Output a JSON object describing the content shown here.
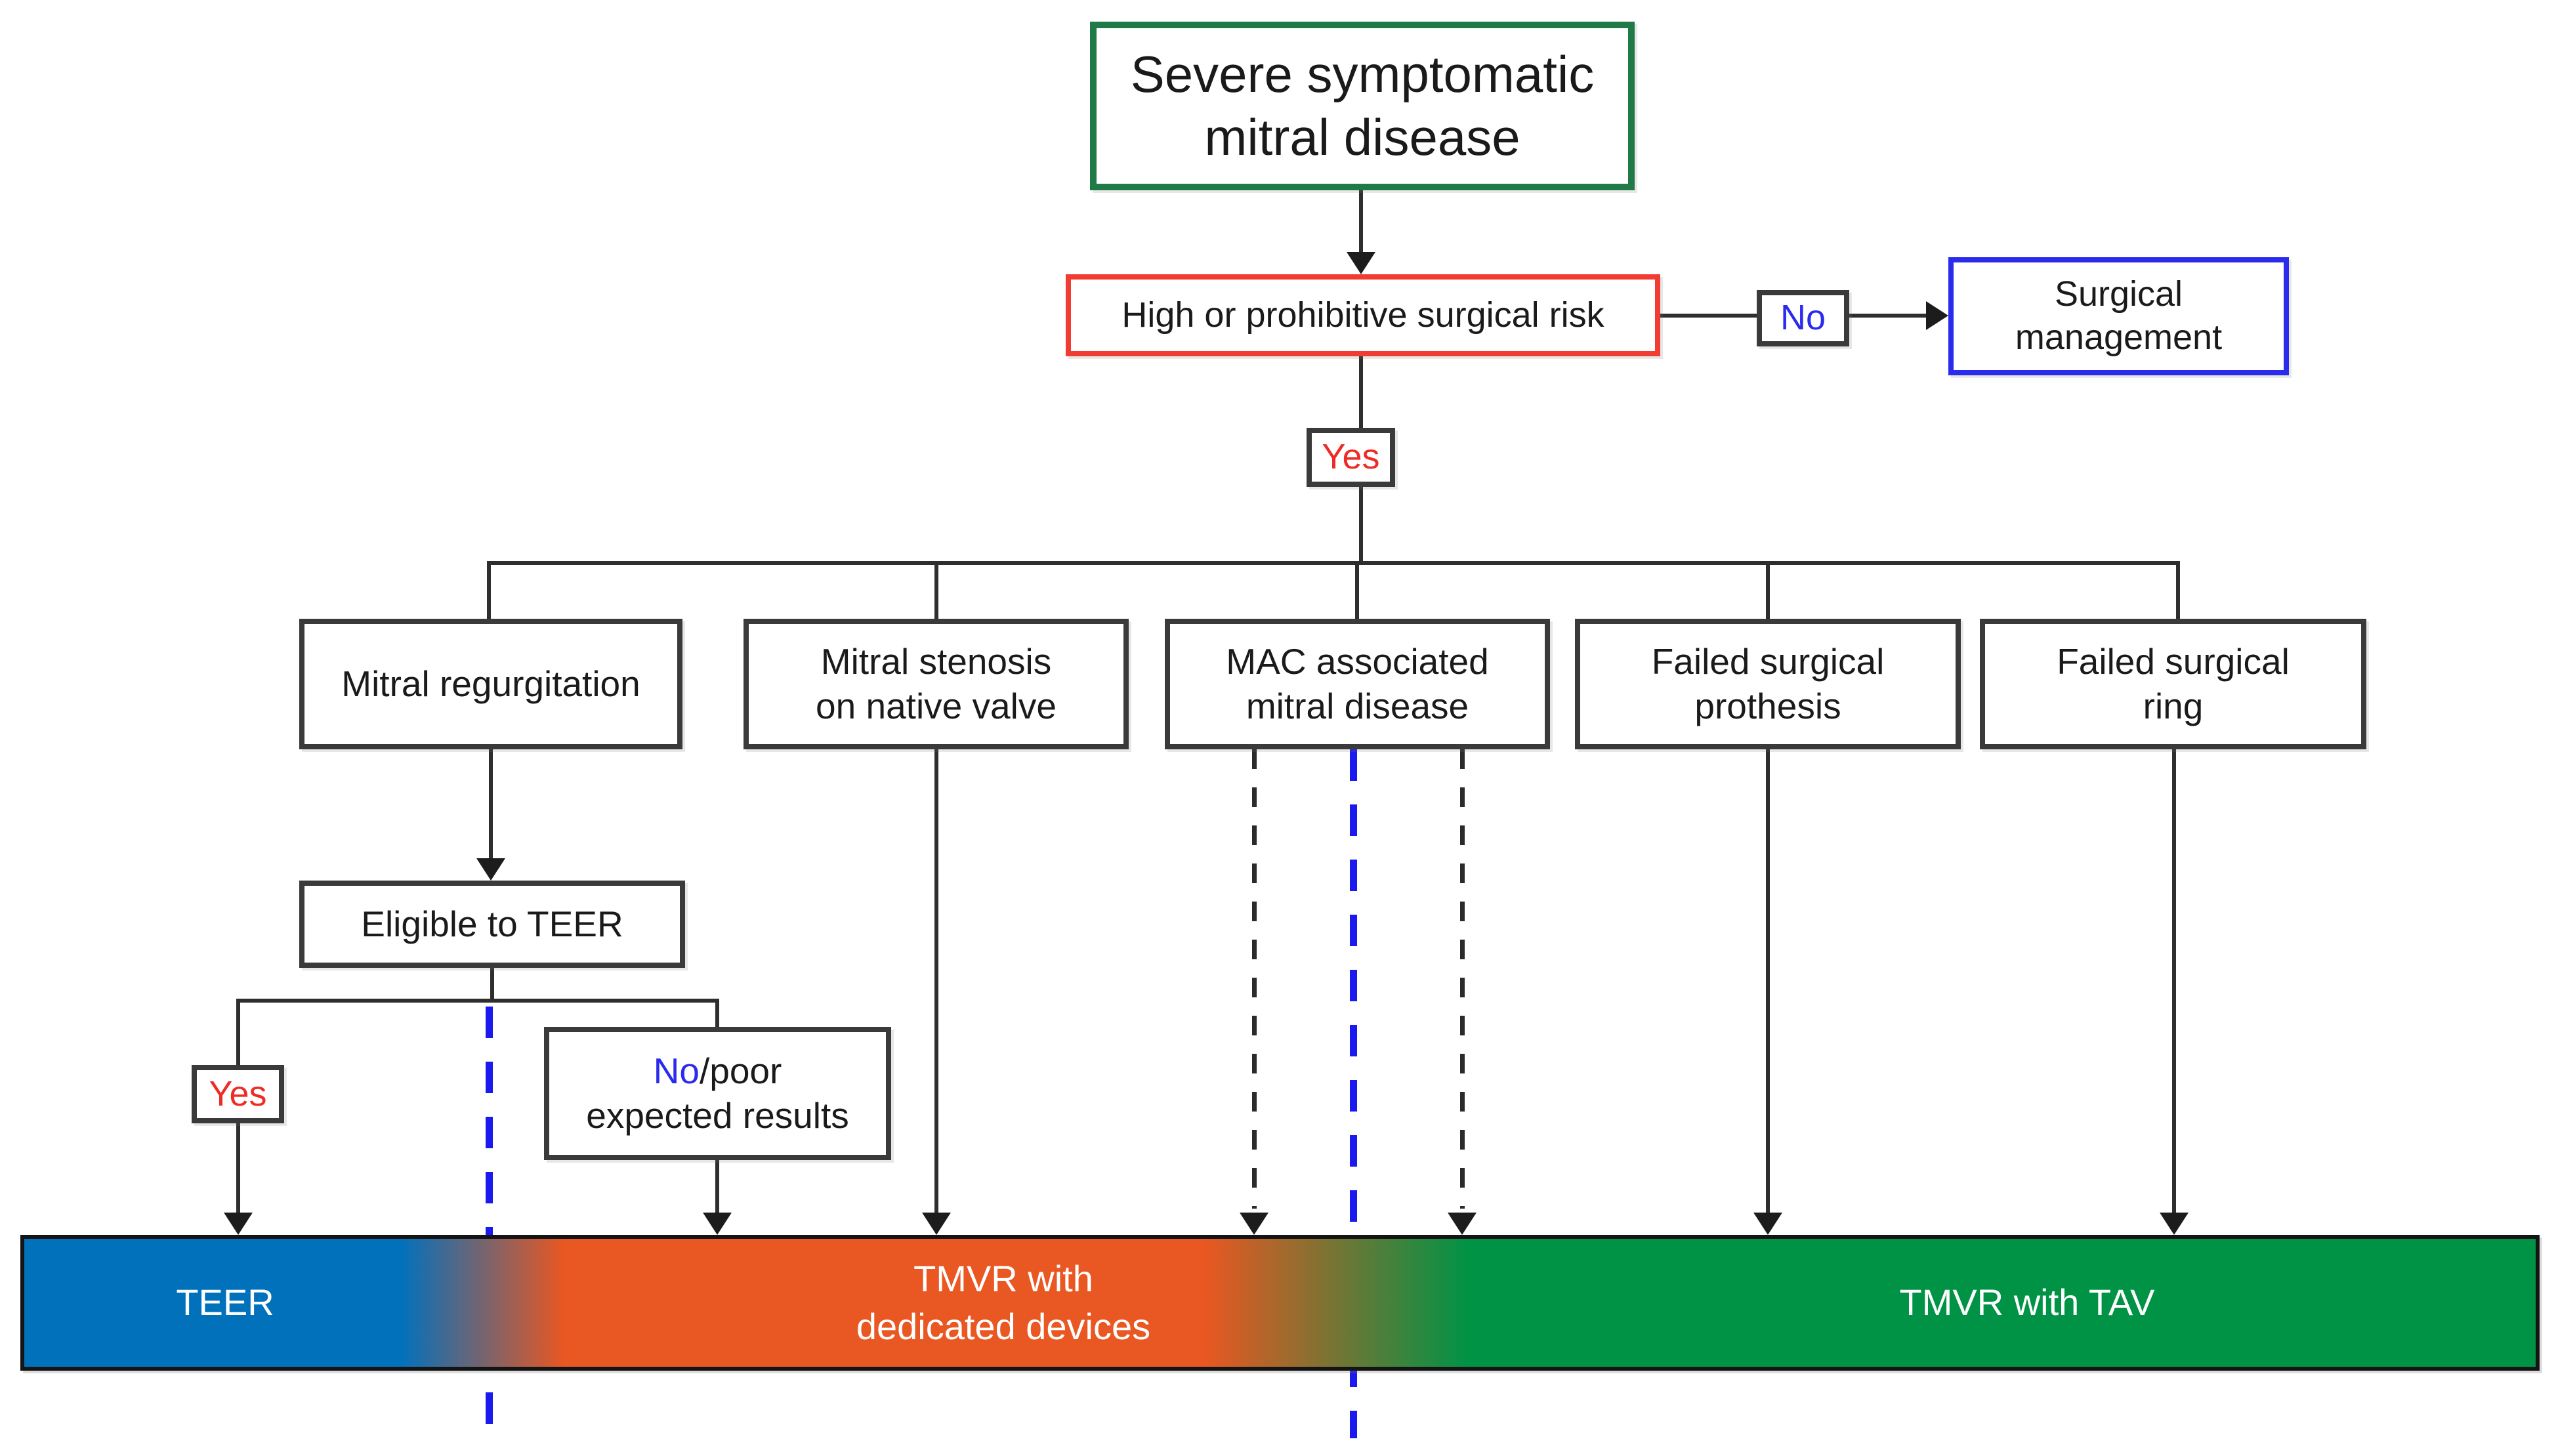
{
  "nodes": {
    "root": {
      "line1": "Severe symptomatic",
      "line2": "mitral disease"
    },
    "risk": {
      "label": "High or prohibitive surgical risk"
    },
    "no_decision": {
      "label": "No"
    },
    "surgical": {
      "line1": "Surgical",
      "line2": "management"
    },
    "yes_decision": {
      "label": "Yes"
    },
    "mitral_regurgitation": {
      "label": "Mitral regurgitation"
    },
    "mitral_stenosis": {
      "line1": "Mitral stenosis",
      "line2": "on native valve"
    },
    "mac": {
      "line1": "MAC associated",
      "line2": "mitral disease"
    },
    "failed_prothesis": {
      "line1": "Failed surgical",
      "line2": "prothesis"
    },
    "failed_ring": {
      "line1": "Failed surgical",
      "line2": "ring"
    },
    "eligible_teer": {
      "label": "Eligible to TEER"
    },
    "teer_yes": {
      "label": "Yes"
    },
    "teer_no": {
      "no_part": "No",
      "poor_part": "/poor",
      "line2": "expected results"
    }
  },
  "bar": {
    "teer_label": "TEER",
    "tmvr_dedicated_line1": "TMVR with",
    "tmvr_dedicated_line2": "dedicated devices",
    "tmvr_tav_label": "TMVR with TAV"
  },
  "palette": {
    "root_border_green": "#1f7a47",
    "risk_border_red": "#f13c32",
    "surgical_border_blue": "#2b2bee",
    "generic_border_dark": "#3a3a3a",
    "yes_text_red": "#ee2b24",
    "no_text_blue": "#2b2bee",
    "connector_line": "#2e2e2e",
    "dashed_guide_blue": "#1a1aee",
    "bar_blue": "#0271bc",
    "bar_orange": "#e95722",
    "bar_green": "#009346",
    "bar_text": "#ffffff"
  }
}
